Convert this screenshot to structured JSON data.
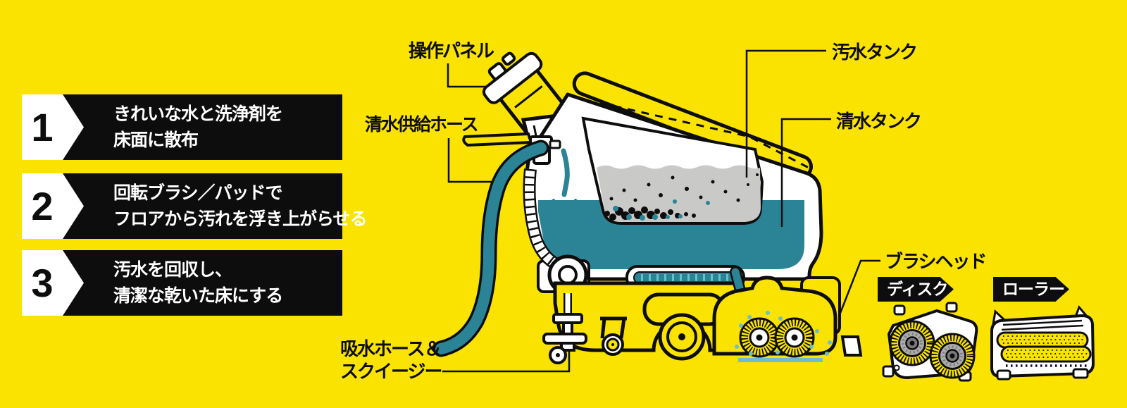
{
  "colors": {
    "background": "#FAE300",
    "black": "#0D0D0D",
    "teal_water": "#2B8495",
    "teal_light": "#6FBCCB",
    "gray_water": "#C9C9C8"
  },
  "steps": [
    {
      "number": "1",
      "line1": "きれいな水と洗浄剤を",
      "line2": "床面に散布"
    },
    {
      "number": "2",
      "line1": "回転ブラシ／パッドで",
      "line2": "フロアから汚れを浮き上がらせる"
    },
    {
      "number": "3",
      "line1": "汚水を回収し、",
      "line2": "清潔な乾いた床にする"
    }
  ],
  "labels": {
    "control_panel": "操作パネル",
    "clean_water_supply_hose": "清水供給ホース",
    "dirty_water_tank": "汚水タンク",
    "clean_water_tank": "清水タンク",
    "brush_head": "ブラシヘッド",
    "suction_line1": "吸水ホース＆",
    "suction_line2": "スクイージー",
    "disk_badge": "ディスク",
    "roller_badge": "ローラー"
  }
}
